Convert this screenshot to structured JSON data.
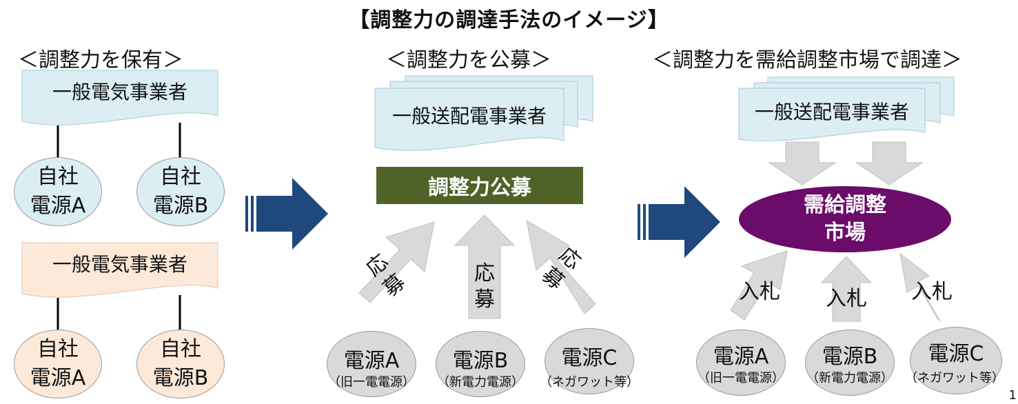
{
  "title": "【調整力の調達手法のイメージ】",
  "left_column": {
    "heading": "＜調整力を保有＞",
    "group1": {
      "operator": "一般電気事業者",
      "sources": [
        "自社\n電源A",
        "自社\n電源B"
      ]
    },
    "group2": {
      "operator": "一般電気事業者",
      "sources": [
        "自社\n電源A",
        "自社\n電源B"
      ]
    }
  },
  "middle_column": {
    "heading": "＜調整力を公募＞",
    "operator": "一般送配電事業者",
    "bar_label": "調整力公募",
    "arrow_labels": [
      "応\n募",
      "応\n募",
      "応\n募"
    ],
    "sources": [
      {
        "name": "電源A",
        "sub": "（旧一電電源）"
      },
      {
        "name": "電源B",
        "sub": "（新電力電源）"
      },
      {
        "name": "電源C",
        "sub": "（ネガワット等）"
      }
    ]
  },
  "right_column": {
    "heading": "＜調整力を需給調整市場で調達＞",
    "operator": "一般送配電事業者",
    "market_label": "需給調整\n市場",
    "bid_labels": [
      "入札",
      "入札",
      "入札"
    ],
    "sources": [
      {
        "name": "電源A",
        "sub": "（旧一電電源）"
      },
      {
        "name": "電源B",
        "sub": "（新電力電源）"
      },
      {
        "name": "電源C",
        "sub": "（ネガワット等）"
      }
    ]
  },
  "page_number": "1",
  "colors": {
    "blue_box": "#dbeef4",
    "peach_box": "#fde9d9",
    "green_bar": "#4f6228",
    "market": "#6b0c6b",
    "navy_arrow": "#1f497d",
    "grey": "#d9d9d9"
  }
}
